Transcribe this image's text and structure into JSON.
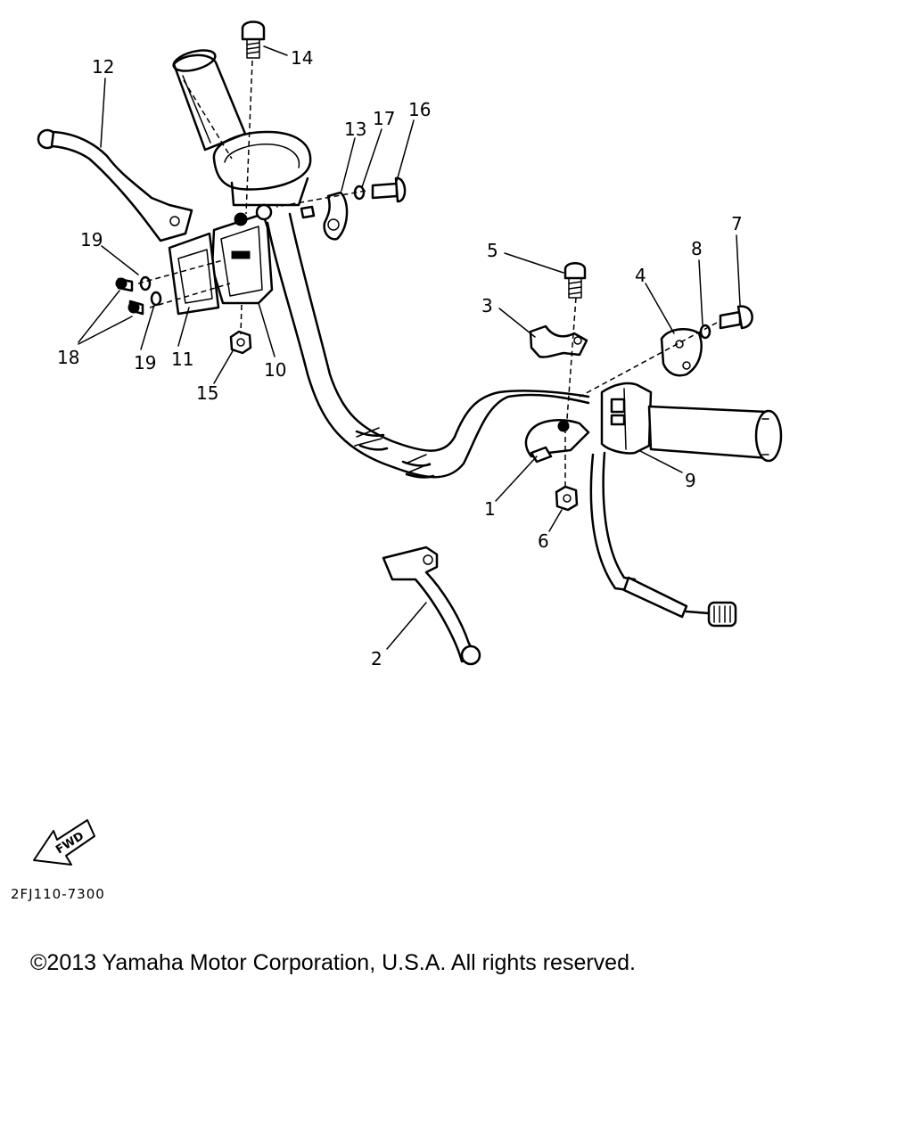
{
  "diagram": {
    "part_labels": {
      "p1": "1",
      "p2": "2",
      "p3": "3",
      "p4": "4",
      "p5": "5",
      "p6": "6",
      "p7": "7",
      "p8": "8",
      "p9": "9",
      "p10": "10",
      "p11": "11",
      "p12": "12",
      "p13": "13",
      "p14": "14",
      "p15": "15",
      "p16": "16",
      "p17": "17",
      "p18": "18",
      "p19a": "19",
      "p19b": "19"
    },
    "direction_marker": "FWD",
    "reference_code": "2FJ110-7300"
  },
  "footer": {
    "copyright": "©2013 Yamaha Motor Corporation, U.S.A. All rights reserved."
  }
}
